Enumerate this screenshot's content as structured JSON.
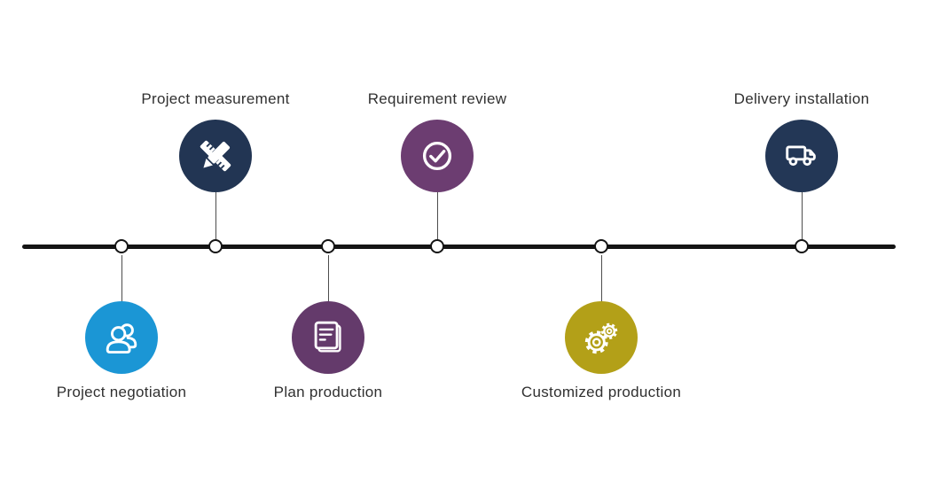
{
  "timeline": {
    "background": "#ffffff",
    "line_color": "#141414",
    "node_fill": "#ffffff",
    "node_border": "#141414",
    "connector_color": "#4d4d4d",
    "text_color": "#303030",
    "icon_color": "#ffffff",
    "steps": [
      {
        "label": "Project negotiation",
        "side": "below",
        "color": "#1b96d5",
        "icon": "people-icon"
      },
      {
        "label": "Project measurement",
        "side": "above",
        "color": "#223553",
        "icon": "ruler-pencil-icon"
      },
      {
        "label": "Plan production",
        "side": "below",
        "color": "#643a6b",
        "icon": "document-icon"
      },
      {
        "label": "Requirement review",
        "side": "above",
        "color": "#6c3d71",
        "icon": "check-circle-icon"
      },
      {
        "label": "Customized production",
        "side": "below",
        "color": "#b3a018",
        "icon": "gears-icon"
      },
      {
        "label": "Delivery installation",
        "side": "above",
        "color": "#233756",
        "icon": "truck-icon"
      }
    ]
  }
}
